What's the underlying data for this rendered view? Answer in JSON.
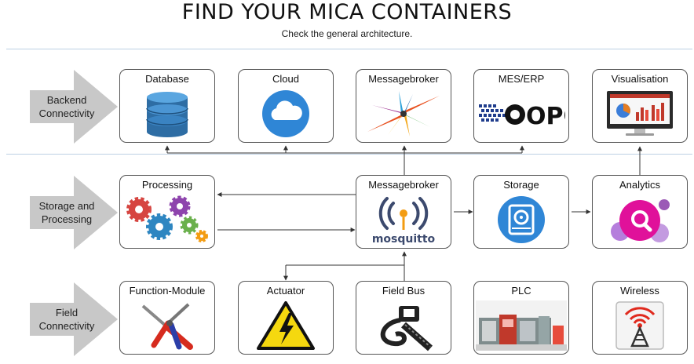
{
  "header": {
    "title": "FIND YOUR MICA CONTAINERS",
    "subtitle": "Check the general architecture."
  },
  "rows": [
    {
      "label": "Backend Connectivity",
      "label_lines": [
        "Backend",
        "Connectivity"
      ],
      "boxes": [
        {
          "label": "Database",
          "icon": "database-icon"
        },
        {
          "label": "Cloud",
          "icon": "cloud-icon"
        },
        {
          "label": "Messagebroker",
          "icon": "star-logo-icon"
        },
        {
          "label": "MES/ERP",
          "icon": "opc-logo-icon",
          "icon_text": "OPC"
        },
        {
          "label": "Visualisation",
          "icon": "monitor-dashboard-icon"
        }
      ]
    },
    {
      "label": "Storage and Processing",
      "label_lines": [
        "Storage and",
        "Processing"
      ],
      "boxes": [
        {
          "label": "Processing",
          "icon": "gears-icon"
        },
        {
          "label": "Messagebroker",
          "icon": "mosquitto-logo-icon",
          "icon_text": "mosquitto"
        },
        {
          "label": "Storage",
          "icon": "hard-drive-icon"
        },
        {
          "label": "Analytics",
          "icon": "analytics-search-icon"
        }
      ]
    },
    {
      "label": "Field Connectivity",
      "label_lines": [
        "Field",
        "Connectivity"
      ],
      "boxes": [
        {
          "label": "Function-Module",
          "icon": "tools-icon"
        },
        {
          "label": "Actuator",
          "icon": "high-voltage-icon"
        },
        {
          "label": "Field Bus",
          "icon": "ethernet-cable-icon"
        },
        {
          "label": "PLC",
          "icon": "plc-machine-icon"
        },
        {
          "label": "Wireless",
          "icon": "wireless-tower-icon"
        }
      ]
    }
  ],
  "colors": {
    "arrow_fill": "#c8c8c8",
    "divider": "#bcd0e4",
    "box_border": "#555555",
    "connector": "#333333"
  }
}
